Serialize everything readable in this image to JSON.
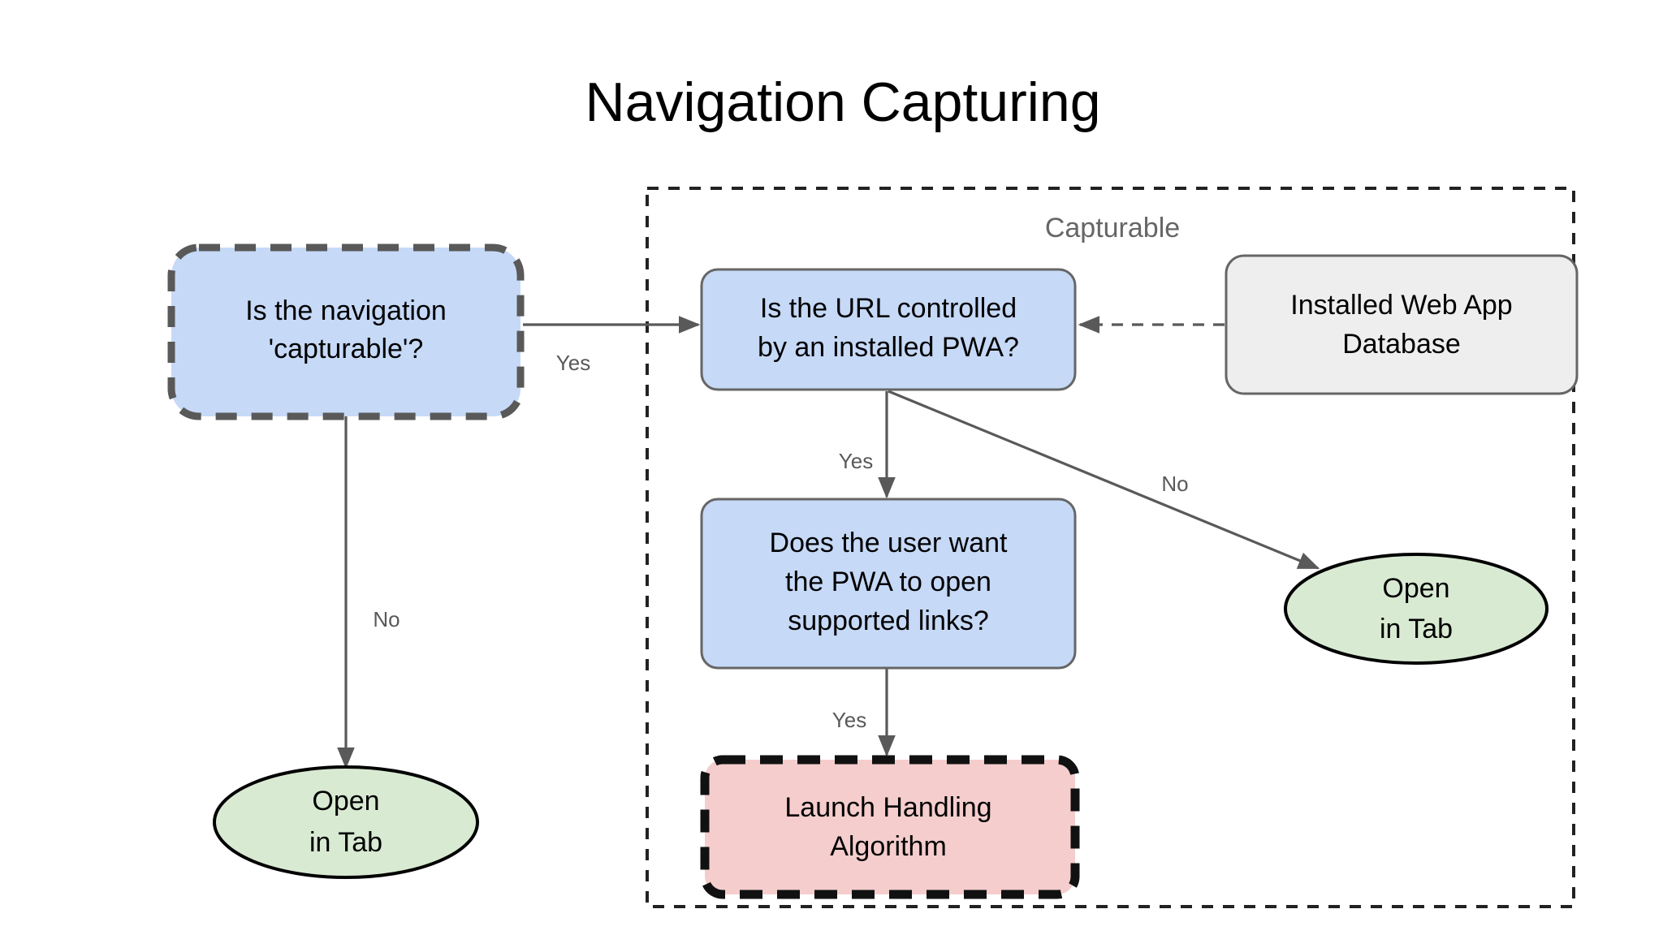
{
  "title": "Navigation Capturing",
  "group": {
    "label": "Capturable"
  },
  "nodes": {
    "nav_capturable": {
      "lines": [
        "Is the navigation",
        "'capturable'?"
      ],
      "shape": "rounded-rect-dashed",
      "fill": "#c6d9f7",
      "stroke": "#595959"
    },
    "open_in_tab_left": {
      "lines": [
        "Open",
        "in Tab"
      ],
      "shape": "ellipse",
      "fill": "#d9ead3",
      "stroke": "#000000"
    },
    "url_controlled": {
      "lines": [
        "Is the URL controlled",
        "by an installed PWA?"
      ],
      "shape": "rounded-rect",
      "fill": "#c6d9f7",
      "stroke": "#666666"
    },
    "installed_db": {
      "lines": [
        "Installed Web App",
        "Database"
      ],
      "shape": "rounded-rect",
      "fill": "#eeeeee",
      "stroke": "#666666"
    },
    "user_want_pwa": {
      "lines": [
        "Does the user want",
        "the PWA to open",
        "supported links?"
      ],
      "shape": "rounded-rect",
      "fill": "#c6d9f7",
      "stroke": "#666666"
    },
    "open_in_tab_right": {
      "lines": [
        "Open",
        "in Tab"
      ],
      "shape": "ellipse",
      "fill": "#d9ead3",
      "stroke": "#000000"
    },
    "launch_handling": {
      "lines": [
        "Launch Handling",
        "Algorithm"
      ],
      "shape": "rounded-rect-dashed",
      "fill": "#f5cdcd",
      "stroke": "#111111"
    }
  },
  "edges": [
    {
      "id": "nav-to-url",
      "label": "Yes",
      "style": "solid",
      "from": "nav_capturable",
      "to": "url_controlled"
    },
    {
      "id": "nav-to-tab",
      "label": "No",
      "style": "solid",
      "from": "nav_capturable",
      "to": "open_in_tab_left"
    },
    {
      "id": "db-to-url",
      "label": "",
      "style": "dashed",
      "from": "installed_db",
      "to": "url_controlled"
    },
    {
      "id": "url-to-user",
      "label": "Yes",
      "style": "solid",
      "from": "url_controlled",
      "to": "user_want_pwa"
    },
    {
      "id": "url-to-tab",
      "label": "No",
      "style": "solid",
      "from": "url_controlled",
      "to": "open_in_tab_right"
    },
    {
      "id": "user-to-launch",
      "label": "Yes",
      "style": "solid",
      "from": "user_want_pwa",
      "to": "launch_handling"
    }
  ],
  "colors": {
    "decision_blue": "#c6d9f7",
    "terminal_green": "#d9ead3",
    "algorithm_pink": "#f5cdcd",
    "database_gray": "#eeeeee",
    "edge_gray": "#595959",
    "label_gray": "#666666",
    "background": "#ffffff"
  }
}
